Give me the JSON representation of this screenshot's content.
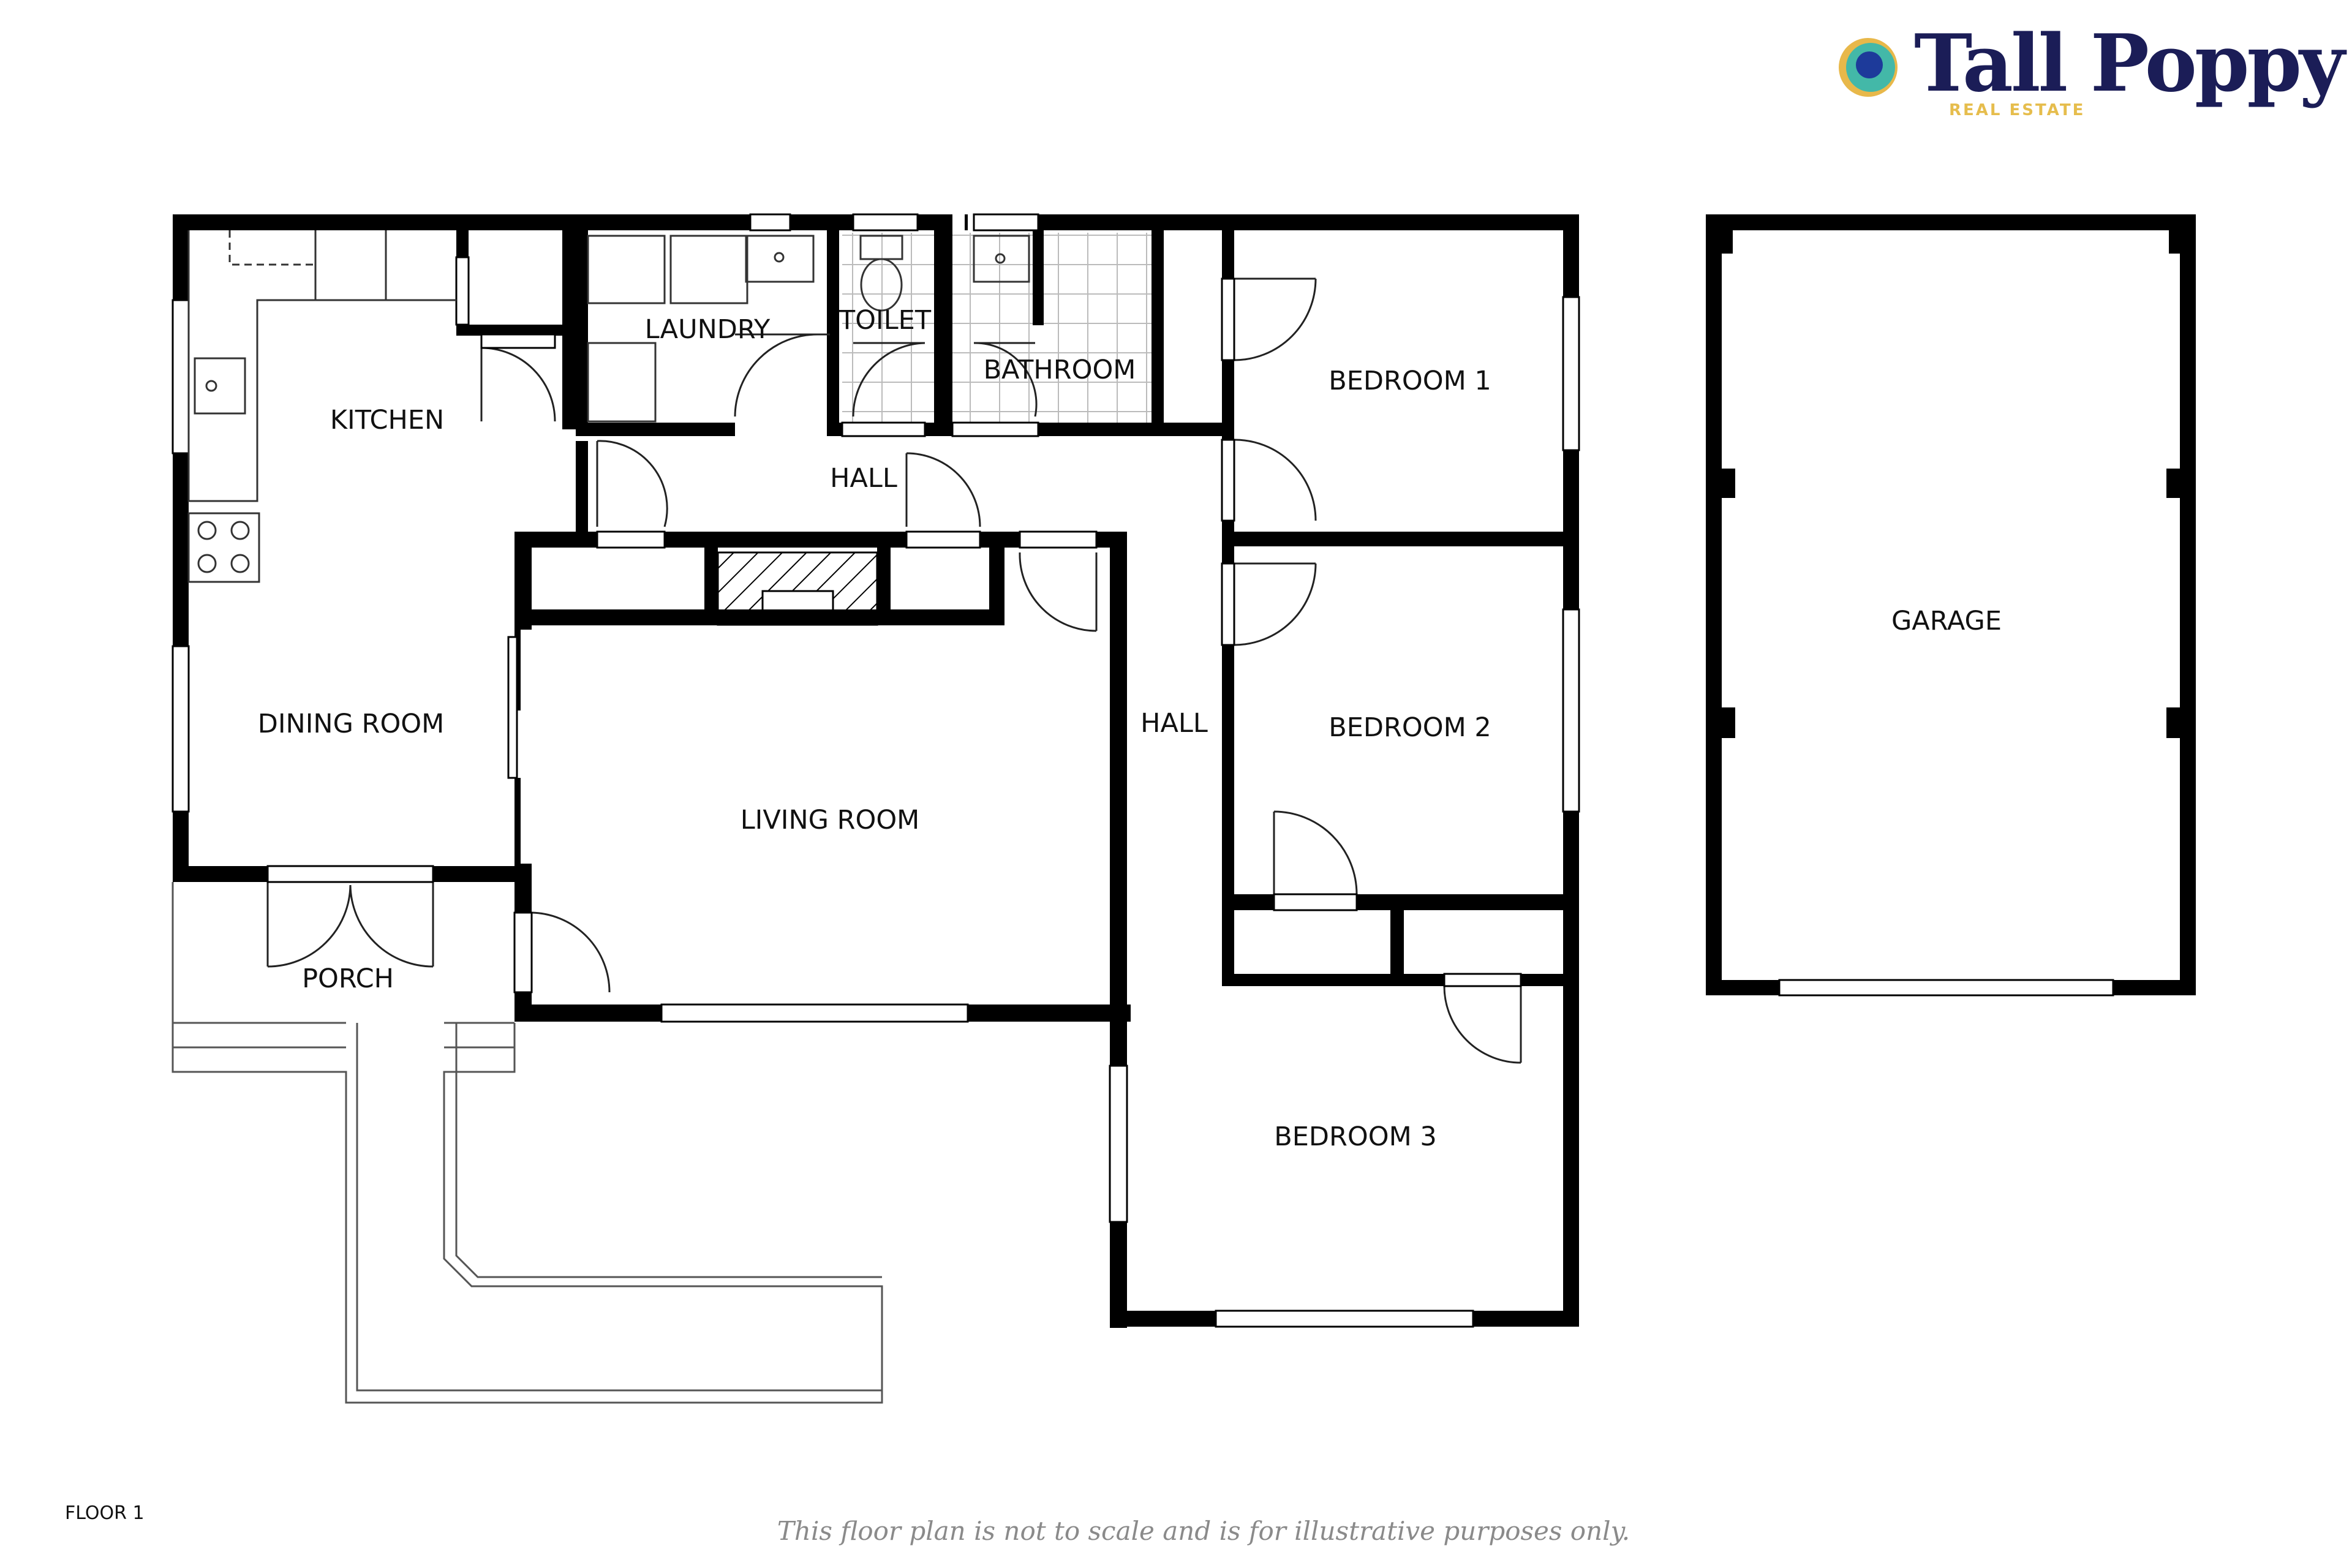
{
  "brand": {
    "name": "Tall Poppy",
    "subtitle": "REAL ESTATE",
    "colors": {
      "name": "#1b1d57",
      "subtitle": "#e6bd4d",
      "logo_ring_outer": "#e8b84a",
      "logo_ring_inner": "#43b8a8",
      "logo_center": "#1d3a9a"
    }
  },
  "rooms": {
    "kitchen": "KITCHEN",
    "laundry": "LAUNDRY",
    "toilet": "TOILET",
    "bathroom": "BATHROOM",
    "bedroom_1": "BEDROOM 1",
    "hall_top": "HALL",
    "dining_room": "DINING ROOM",
    "living_room": "LIVING ROOM",
    "hall_side": "HALL",
    "bedroom_2": "BEDROOM 2",
    "porch": "PORCH",
    "bedroom_3": "BEDROOM 3",
    "garage": "GARAGE"
  },
  "footer": {
    "floor_label": "FLOOR 1",
    "disclaimer": "This floor plan is not to scale and is for illustrative purposes only."
  },
  "colors": {
    "wall": "#000000",
    "fixture": "#333333",
    "background": "#ffffff"
  }
}
